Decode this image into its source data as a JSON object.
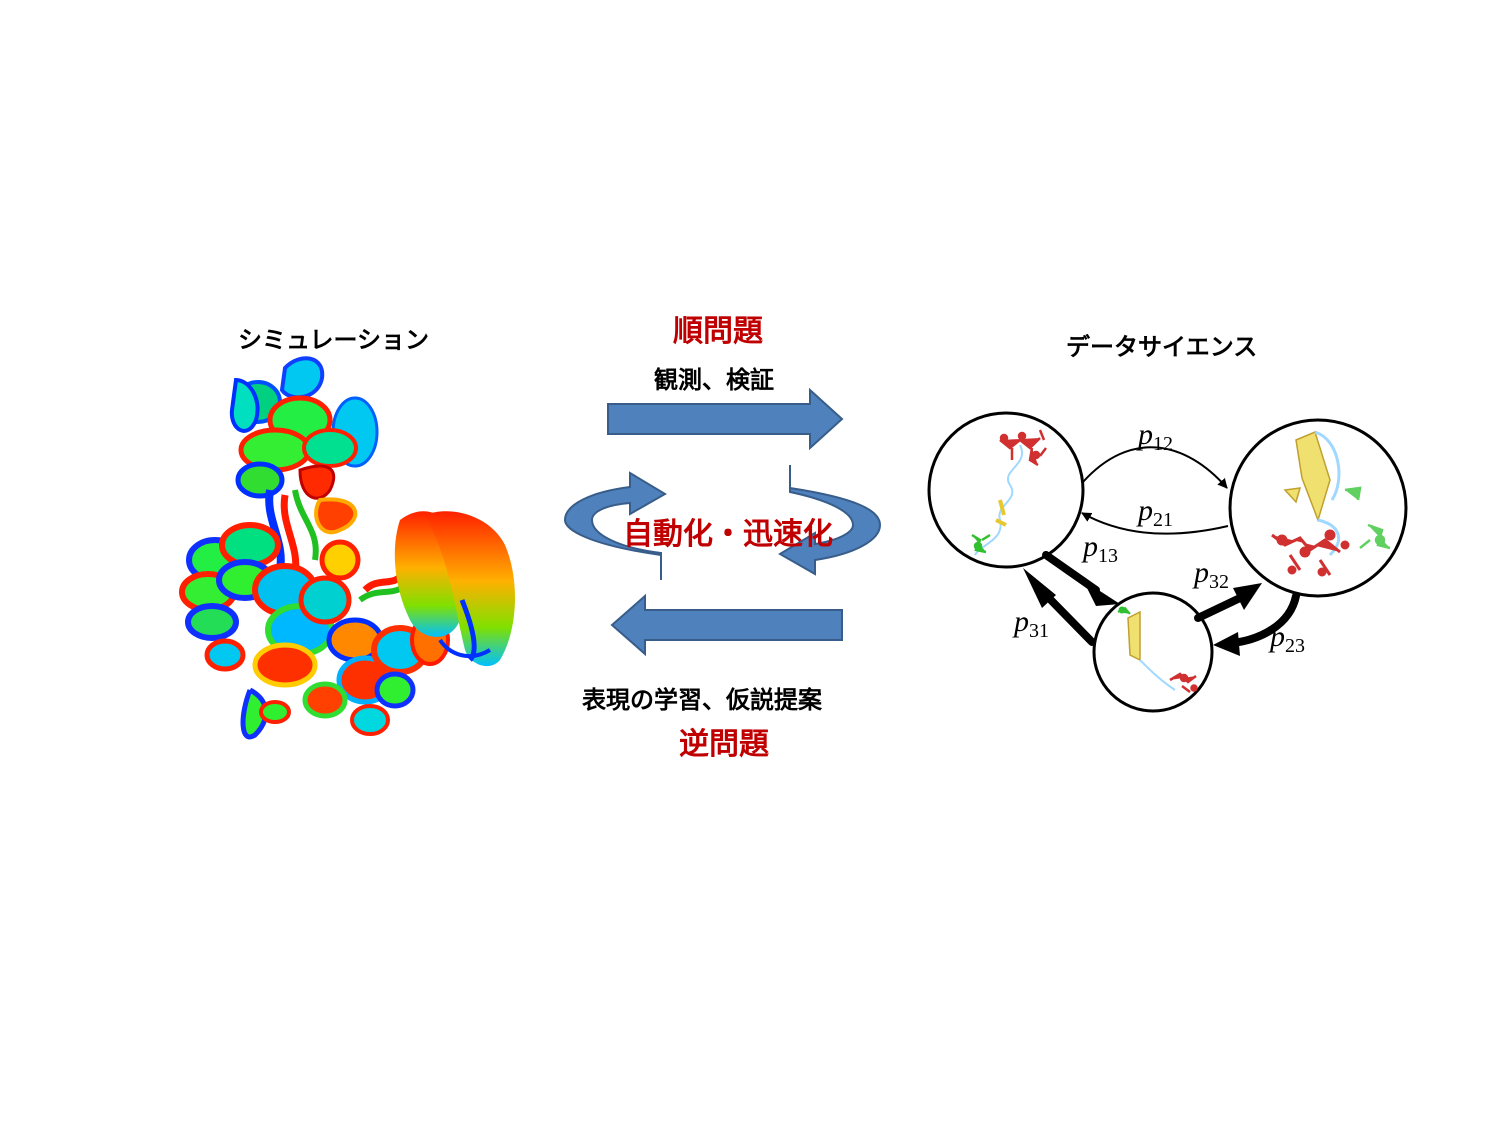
{
  "simulation": {
    "title": "シミュレーション"
  },
  "data_science": {
    "title": "データサイエンス"
  },
  "forward": {
    "title": "順問題",
    "subtitle": "観測、検証"
  },
  "cycle": {
    "label": "自動化・迅速化"
  },
  "inverse": {
    "subtitle": "表現の学習、仮説提案",
    "title": "逆問題"
  },
  "colors": {
    "arrow_fill": "#4f81bd",
    "arrow_stroke": "#385d8a",
    "accent_red": "#c00000"
  },
  "states": {
    "p12": {
      "base": "p",
      "sub": "12"
    },
    "p21": {
      "base": "p",
      "sub": "21"
    },
    "p13": {
      "base": "p",
      "sub": "13"
    },
    "p31": {
      "base": "p",
      "sub": "31"
    },
    "p32": {
      "base": "p",
      "sub": "32"
    },
    "p23": {
      "base": "p",
      "sub": "23"
    }
  }
}
